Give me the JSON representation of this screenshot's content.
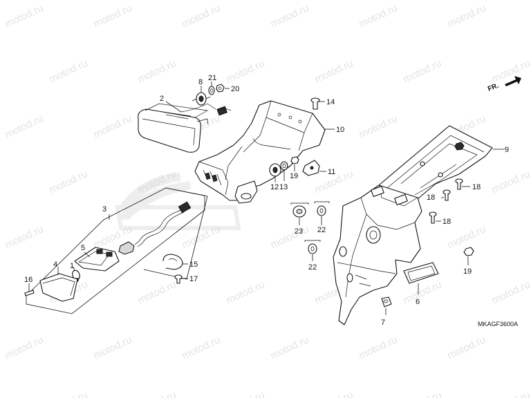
{
  "diagram": {
    "watermark": "motod.ru",
    "front_marker": "FR.",
    "drawing_code": "MKAGF3600A",
    "callouts": [
      {
        "id": "c1",
        "label": "1"
      },
      {
        "id": "c2",
        "label": "2"
      },
      {
        "id": "c3",
        "label": "3"
      },
      {
        "id": "c4",
        "label": "4"
      },
      {
        "id": "c5",
        "label": "5"
      },
      {
        "id": "c6",
        "label": "6"
      },
      {
        "id": "c7",
        "label": "7"
      },
      {
        "id": "c8",
        "label": "8"
      },
      {
        "id": "c9",
        "label": "9"
      },
      {
        "id": "c10",
        "label": "10"
      },
      {
        "id": "c11",
        "label": "11"
      },
      {
        "id": "c12",
        "label": "12"
      },
      {
        "id": "c13",
        "label": "13"
      },
      {
        "id": "c14",
        "label": "14"
      },
      {
        "id": "c15",
        "label": "15"
      },
      {
        "id": "c16",
        "label": "16"
      },
      {
        "id": "c17",
        "label": "17"
      },
      {
        "id": "c18a",
        "label": "18"
      },
      {
        "id": "c18b",
        "label": "18"
      },
      {
        "id": "c18c",
        "label": "18"
      },
      {
        "id": "c19a",
        "label": "19"
      },
      {
        "id": "c19b",
        "label": "19"
      },
      {
        "id": "c20",
        "label": "20"
      },
      {
        "id": "c21",
        "label": "21"
      },
      {
        "id": "c22a",
        "label": "22"
      },
      {
        "id": "c22b",
        "label": "22"
      },
      {
        "id": "c23",
        "label": "23"
      }
    ]
  }
}
